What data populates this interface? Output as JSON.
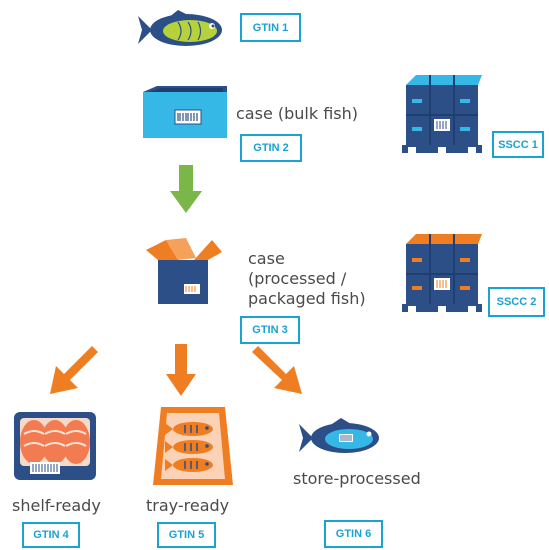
{
  "labels": {
    "case_bulk": "case (bulk fish)",
    "case_processed": [
      "case",
      "(processed /",
      "packaged fish)"
    ],
    "shelf_ready": "shelf-ready",
    "tray_ready": "tray-ready",
    "store_processed": "store-processed"
  },
  "tags": {
    "gtin1": "GTIN 1",
    "gtin2": "GTIN 2",
    "gtin3": "GTIN 3",
    "gtin4": "GTIN 4",
    "gtin5": "GTIN 5",
    "gtin6": "GTIN 6",
    "sscc1": "SSCC 1",
    "sscc2": "SSCC 2"
  },
  "icons": [
    "fish-icon",
    "bulk-case-icon",
    "pallet-icon",
    "processed-case-icon",
    "shelf-ready-pack-icon",
    "tray-ready-pack-icon",
    "store-processed-fish-icon"
  ],
  "colors": {
    "tag_border": "#1aa2d3",
    "navy": "#2b4f86",
    "orange_arrow": "#ef7d22",
    "green_arrow": "#7ab648",
    "cyan": "#35b8e6",
    "text": "#4a4a4a"
  }
}
